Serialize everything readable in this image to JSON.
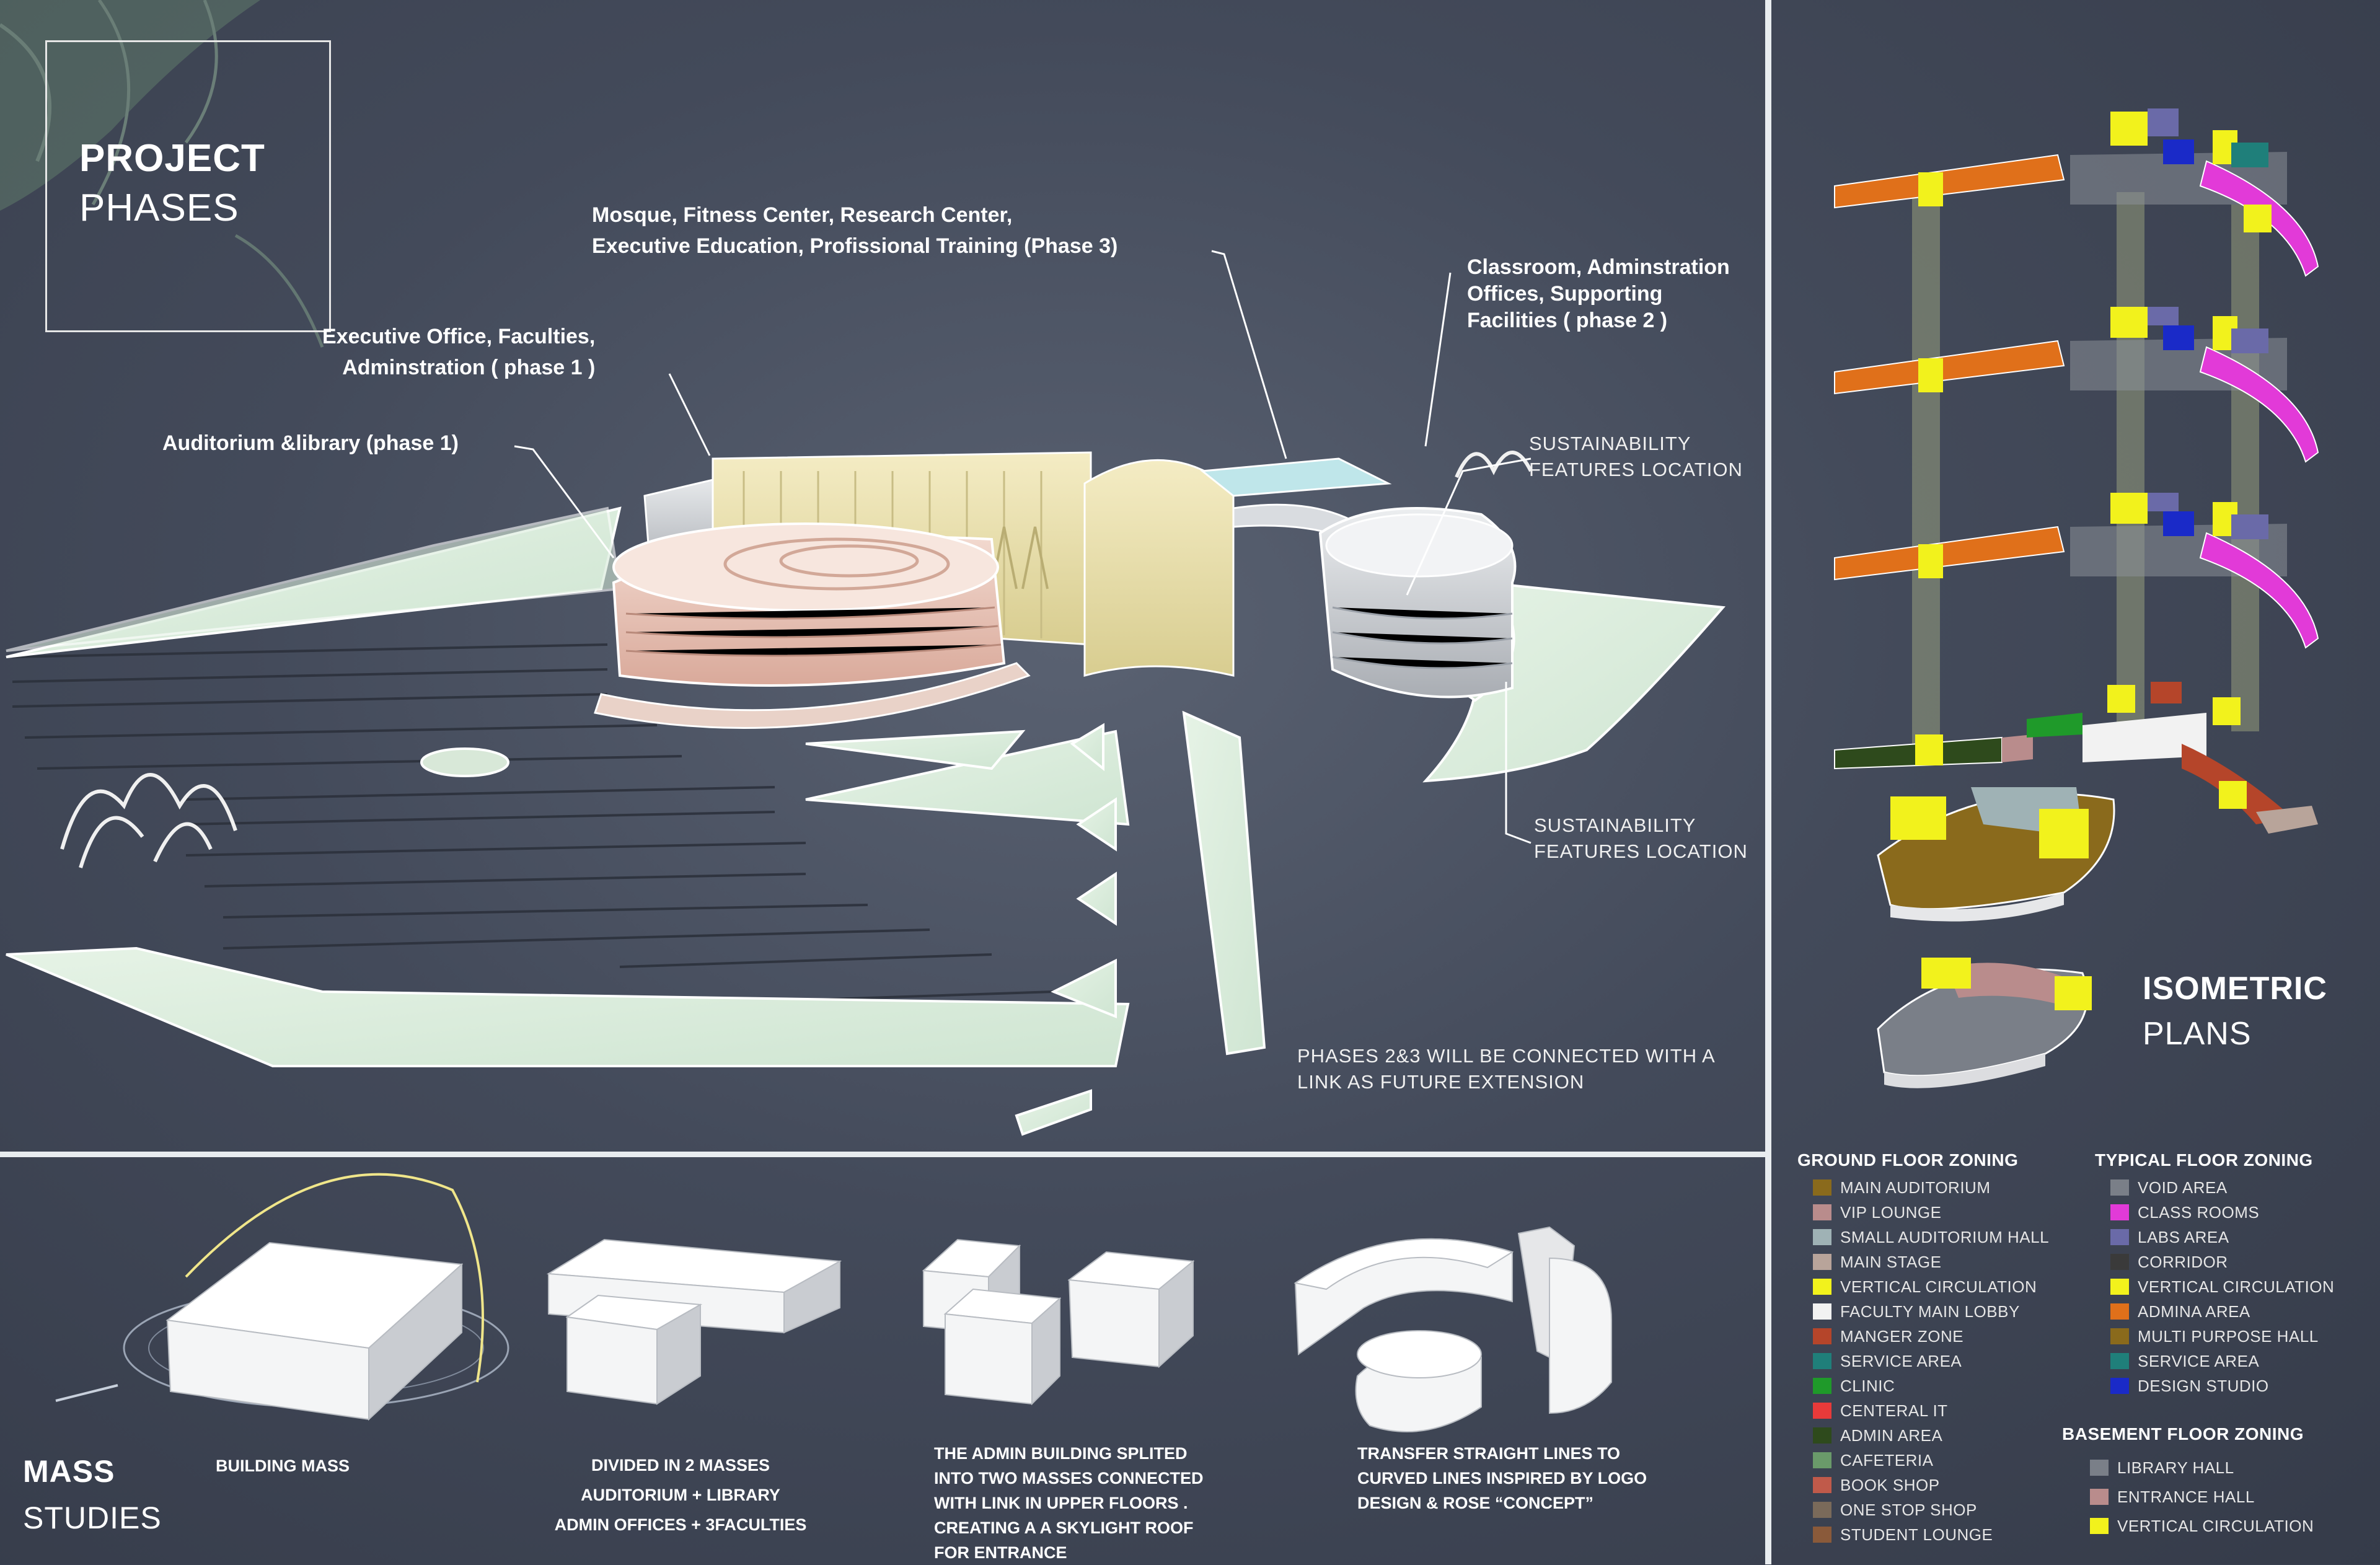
{
  "project_phases": {
    "title_bold": "PROJECT",
    "title_light": "PHASES"
  },
  "callouts": {
    "phase3": [
      "Mosque, Fitness Center, Research Center,",
      "Executive Education, Profissional Training (Phase 3)"
    ],
    "phase2": [
      "Classroom, Adminstration",
      "Offices, Supporting",
      "Facilities ( phase 2 )"
    ],
    "phase1_exec": [
      "Executive Office, Faculties,",
      "Adminstration ( phase 1 )"
    ],
    "phase1_aud": "Auditorium &library (phase 1)",
    "sustain_top": [
      "SUSTAINABILITY",
      "FEATURES LOCATION"
    ],
    "sustain_mid": [
      "SUSTAINABILITY",
      "FEATURES LOCATION"
    ],
    "phases_note": [
      "PHASES 2&3 WILL BE CONNECTED WITH A",
      "LINK AS FUTURE EXTENSION"
    ]
  },
  "mass_studies": {
    "title_bold": "MASS",
    "title_light": "STUDIES",
    "captions": [
      [
        "BUILDING MASS"
      ],
      [
        "DIVIDED IN 2 MASSES",
        "AUDITORIUM + LIBRARY",
        "ADMIN OFFICES + 3FACULTIES"
      ],
      [
        "THE ADMIN BUILDING  SPLITED",
        "INTO TWO MASSES  CONNECTED",
        "WITH  LINK IN UPPER FLOORS .",
        "CREATING A A SKYLIGHT ROOF",
        "FOR ENTRANCE"
      ],
      [
        "TRANSFER STRAIGHT LINES TO",
        "CURVED LINES INSPIRED BY LOGO",
        "DESIGN & ROSE “CONCEPT”"
      ]
    ]
  },
  "isometric": {
    "title_bold": "ISOMETRIC",
    "title_light": "PLANS"
  },
  "legend": {
    "ground": {
      "title": "GROUND FLOOR ZONING",
      "items": [
        {
          "label": "MAIN AUDITORIUM",
          "color": "#8a6a1c"
        },
        {
          "label": "VIP LOUNGE",
          "color": "#b98c8c"
        },
        {
          "label": "SMALL AUDITORIUM HALL",
          "color": "#9fb2b5"
        },
        {
          "label": "MAIN STAGE",
          "color": "#b8a49a"
        },
        {
          "label": "VERTICAL CIRCULATION",
          "color": "#f2f21c"
        },
        {
          "label": "FACULTY MAIN LOBBY",
          "color": "#f2f2f2"
        },
        {
          "label": "MANGER ZONE",
          "color": "#b5452a"
        },
        {
          "label": "SERVICE AREA",
          "color": "#1f7f7a"
        },
        {
          "label": "CLINIC",
          "color": "#1f9a2a"
        },
        {
          "label": "CENTERAL IT",
          "color": "#e83a3a"
        },
        {
          "label": "ADMIN AREA",
          "color": "#2e4a1c"
        },
        {
          "label": "CAFETERIA",
          "color": "#6a9a6a"
        },
        {
          "label": "BOOK SHOP",
          "color": "#c05a4a"
        },
        {
          "label": "ONE STOP SHOP",
          "color": "#7a6a5a"
        },
        {
          "label": "STUDENT LOUNGE",
          "color": "#8a5a3a"
        }
      ]
    },
    "typical": {
      "title": "TYPICAL FLOOR ZONING",
      "items": [
        {
          "label": "VOID AREA",
          "color": "#7a7f88"
        },
        {
          "label": "CLASS ROOMS",
          "color": "#e23ad8"
        },
        {
          "label": "LABS AREA",
          "color": "#6a6aa8"
        },
        {
          "label": "CORRIDOR",
          "color": "#3a3a3a"
        },
        {
          "label": "VERTICAL CIRCULATION",
          "color": "#f2f21c"
        },
        {
          "label": "ADMINA AREA",
          "color": "#e0701a"
        },
        {
          "label": "MULTI PURPOSE HALL",
          "color": "#8a6a1c"
        },
        {
          "label": "SERVICE AREA",
          "color": "#1f7f7a"
        },
        {
          "label": "DESIGN STUDIO",
          "color": "#1a2ac8"
        }
      ]
    },
    "basement": {
      "title": "BASEMENT FLOOR ZONING",
      "items": [
        {
          "label": "LIBRARY HALL",
          "color": "#7a7f88"
        },
        {
          "label": "ENTRANCE HALL",
          "color": "#b98c8c"
        },
        {
          "label": "VERTICAL CIRCULATION",
          "color": "#f2f21c"
        }
      ]
    }
  }
}
